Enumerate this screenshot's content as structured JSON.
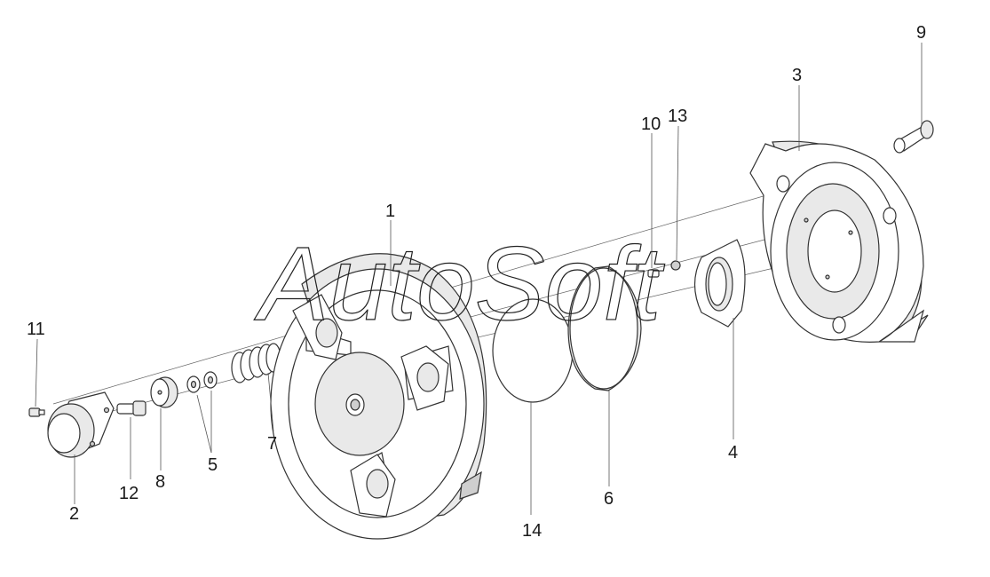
{
  "diagram": {
    "watermark": "AutoSoft",
    "callouts": {
      "c1": "1",
      "c2": "2",
      "c3": "3",
      "c4": "4",
      "c5": "5",
      "c6": "6",
      "c7": "7",
      "c8": "8",
      "c9": "9",
      "c10": "10",
      "c11": "11",
      "c12": "12",
      "c13": "13",
      "c14": "14"
    }
  }
}
